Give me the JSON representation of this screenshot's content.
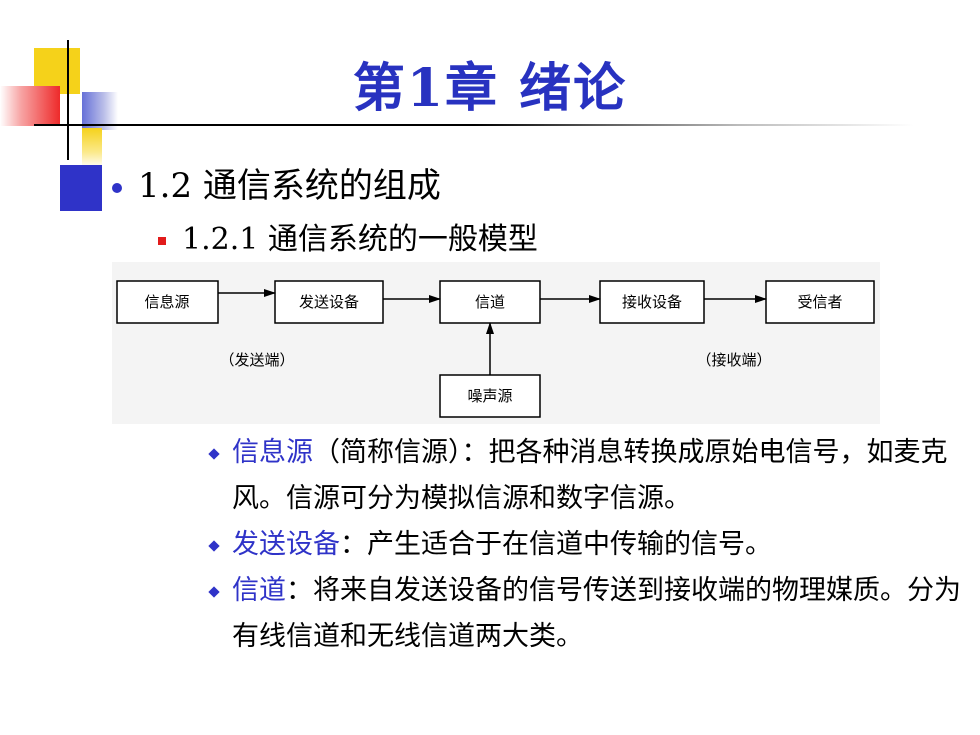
{
  "title": "第1章 绪论",
  "heading1": {
    "num": "1.2 ",
    "text": "通信系统的组成"
  },
  "heading2": {
    "num": "1.2.1 ",
    "text": "通信系统的一般模型"
  },
  "diagram": {
    "boxes": [
      "信息源",
      "发送设备",
      "信道",
      "接收设备",
      "受信者"
    ],
    "noise": "噪声源",
    "sender_label": "（发送端）",
    "receiver_label": "（接收端）"
  },
  "bullets": [
    {
      "term": "信息源",
      "text": "（简称信源）：把各种消息转换成原始电信号，如麦克风。信源可分为模拟信源和数字信源。"
    },
    {
      "term": "发送设备",
      "text": "：产生适合于在信道中传输的信号。"
    },
    {
      "term": "信道",
      "text": "：将来自发送设备的信号传送到接收端的物理媒质。分为有线信道和无线信道两大类。"
    }
  ],
  "colors": {
    "accent": "#2f33c8",
    "bullet_red": "#e21b1b"
  }
}
